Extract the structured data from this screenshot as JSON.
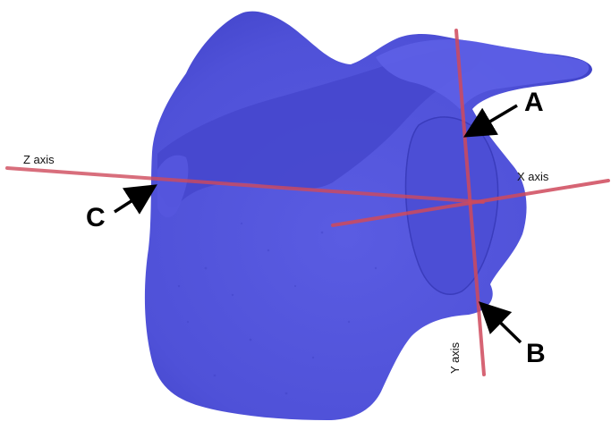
{
  "colors": {
    "bone": "#5254dc",
    "bone_dark": "#3d3fc4",
    "bone_light": "#6a6ceb",
    "axis": "#cf4a5c",
    "arrow": "#000000",
    "background": "#ffffff"
  },
  "axes": {
    "x_label": "X axis",
    "y_label": "Y axis",
    "z_label": "Z axis"
  },
  "landmarks": {
    "a_label": "A",
    "b_label": "B",
    "c_label": "C"
  }
}
